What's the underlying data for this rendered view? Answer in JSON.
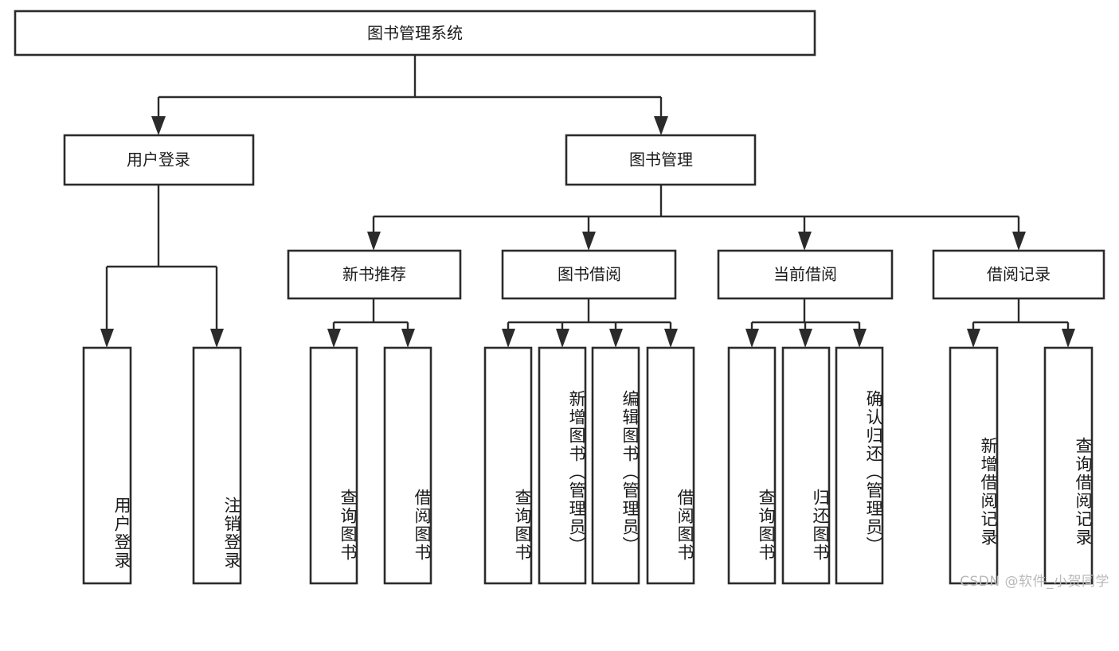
{
  "diagram": {
    "title": "图书管理系统",
    "type": "hierarchy-tree",
    "root": {
      "label": "图书管理系统"
    },
    "level2": [
      {
        "label": "用户登录"
      },
      {
        "label": "图书管理"
      }
    ],
    "level3": [
      {
        "label": "新书推荐"
      },
      {
        "label": "图书借阅"
      },
      {
        "label": "当前借阅"
      },
      {
        "label": "借阅记录"
      }
    ],
    "leaves": {
      "user_login": [
        {
          "label": "用户登录"
        },
        {
          "label": "注销登录"
        }
      ],
      "new_book_recommend": [
        {
          "label": "查询图书"
        },
        {
          "label": "借阅图书"
        }
      ],
      "book_borrow": [
        {
          "label": "查询图书"
        },
        {
          "label": "新增图书（管理员）"
        },
        {
          "label": "编辑图书（管理员）"
        },
        {
          "label": "借阅图书"
        }
      ],
      "current_borrow": [
        {
          "label": "查询图书"
        },
        {
          "label": "归还图书"
        },
        {
          "label": "确认归还（管理员）"
        }
      ],
      "borrow_record": [
        {
          "label": "新增借阅记录"
        },
        {
          "label": "查询借阅记录"
        }
      ]
    },
    "watermark": "CSDN @软件_小贺同学",
    "colors": {
      "box_stroke": "#2b2b2b",
      "box_fill": "#ffffff",
      "text": "#1b1b1b",
      "connector": "#2b2b2b",
      "watermark": "#b9b9b9",
      "background": "#ffffff"
    }
  }
}
